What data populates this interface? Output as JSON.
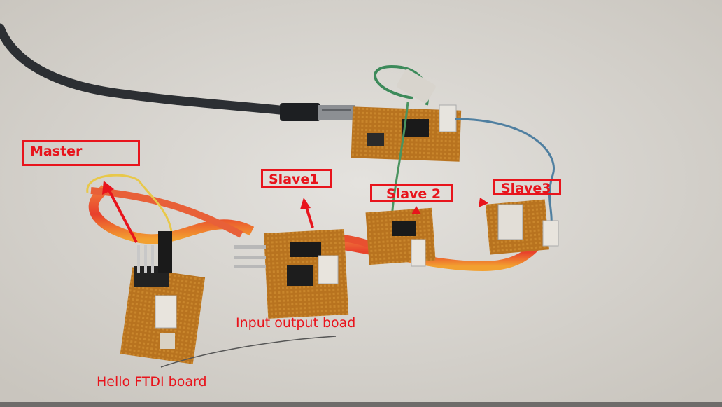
{
  "photo": {
    "subject": "USB cable connected to several hand-made circuit boards linked by ribbon cables",
    "background_color": "#d9d6d1",
    "annotation_color": "#e8141c"
  },
  "annotations": {
    "master": "Master",
    "slave1": "Slave1",
    "slave2": "Slave 2",
    "slave3": "Slave3"
  },
  "captions": {
    "input_output": "Input output boad",
    "hello_ftdi": "Hello FTDI  board"
  }
}
